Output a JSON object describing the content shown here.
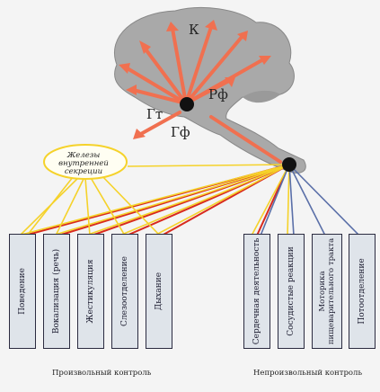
{
  "brain_labels": {
    "cortex": "К",
    "reticular": "Рф",
    "thalamus": "Гт",
    "hypothalamus": "Гф"
  },
  "glands_label": "Железы внутренней секреции",
  "voluntary": {
    "caption": "Произвольный контроль",
    "items": [
      "Поведение",
      "Вокализация (речь)",
      "Жестикуляция",
      "Слезоотделение",
      "Дыхание"
    ]
  },
  "involuntary": {
    "caption": "Непроизвольный контроль",
    "items": [
      "Сердечная деятельность",
      "Сосудистые реакции",
      "Моторика пищеварительного тракта",
      "Потоотделение"
    ]
  },
  "colors": {
    "brain": "#a9a9a9",
    "arrows": "#f07050",
    "yellow_lines": "#f5d22a",
    "red_lines": "#d82a1e",
    "blue_lines": "#5a6fa8",
    "box_fill": "#dfe4ea"
  }
}
